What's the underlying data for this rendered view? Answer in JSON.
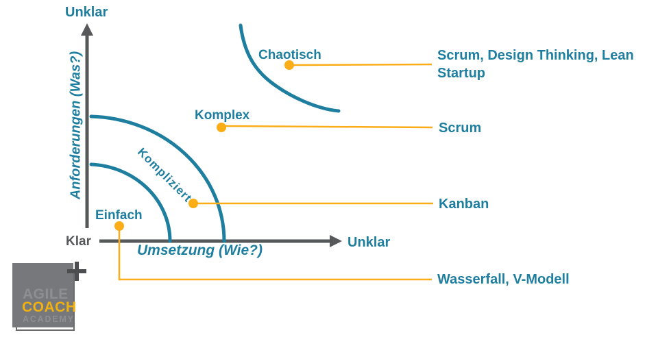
{
  "diagram": {
    "y_axis": {
      "top_label": "Unklar",
      "title": "Anforderungen (Was?)"
    },
    "x_axis": {
      "origin_label": "Klar",
      "right_label": "Unklar",
      "title": "Umsetzung (Wie?)"
    },
    "zones": {
      "einfach": "Einfach",
      "kompliziert": "Kompliziert",
      "komplex": "Komplex",
      "chaotisch": "Chaotisch"
    },
    "methods": {
      "chaotisch": "Scrum, Design Thinking, Lean Startup",
      "komplex": "Scrum",
      "kompliziert": "Kanban",
      "einfach": "Wasserfall, V-Modell"
    }
  },
  "logo": {
    "word1": "AGILE",
    "word2": "COACH",
    "word3": "ACADEMY"
  },
  "colors": {
    "teal": "#1E7E9F",
    "orange": "#FBAD18",
    "axis_gray": "#57585A",
    "logo_fill": "#77787B",
    "logo_text": "#8E8F92",
    "logo_orange": "#F0B210",
    "logo_outline": "#6B6C6E",
    "plus_gray": "#4D4E50"
  }
}
